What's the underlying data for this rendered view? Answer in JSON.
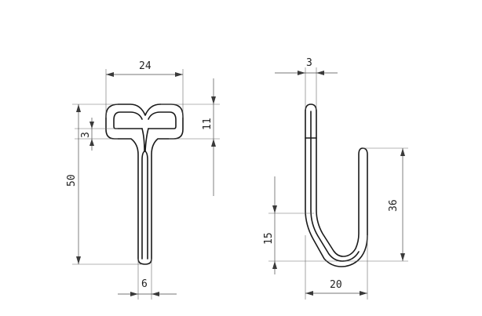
{
  "front_view": {
    "dims": {
      "width_top": "24",
      "height_top": "11",
      "thickness": "3",
      "total_height": "50",
      "wire_gap": "6"
    }
  },
  "side_view": {
    "dims": {
      "wire": "3",
      "hook_height": "36",
      "bend_height": "15",
      "hook_width": "20"
    }
  }
}
